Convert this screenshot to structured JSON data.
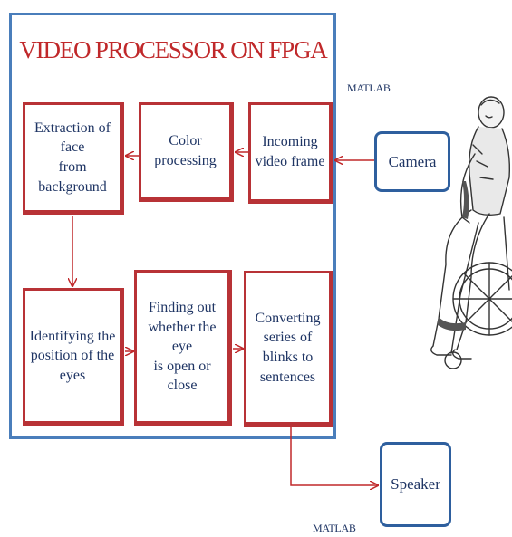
{
  "diagram": {
    "title": "VIDEO PROCESSOR ON FPGA",
    "nodes": {
      "extraction": [
        "Extraction of face",
        "from background"
      ],
      "color": [
        "Color",
        "processing"
      ],
      "incoming": [
        "Incoming",
        "video frame"
      ],
      "identify": [
        "Identifying the",
        "position of the",
        "eyes"
      ],
      "finding": [
        "Finding out",
        "whether the eye",
        "is open or close"
      ],
      "converting": [
        "Converting",
        "series of",
        "blinks to",
        "sentences"
      ]
    },
    "camera": "Camera",
    "speaker": "Speaker",
    "matlab_top": "MATLAB",
    "matlab_bottom": "MATLAB",
    "colors": {
      "frame": "#4a7ebb",
      "box": "#b83236",
      "title": "#c0282a",
      "text": "#1f3564"
    },
    "edges": [
      [
        "camera",
        "incoming"
      ],
      [
        "incoming",
        "color"
      ],
      [
        "color",
        "extraction"
      ],
      [
        "extraction",
        "identify"
      ],
      [
        "identify",
        "finding"
      ],
      [
        "finding",
        "converting"
      ],
      [
        "converting",
        "speaker"
      ]
    ]
  }
}
